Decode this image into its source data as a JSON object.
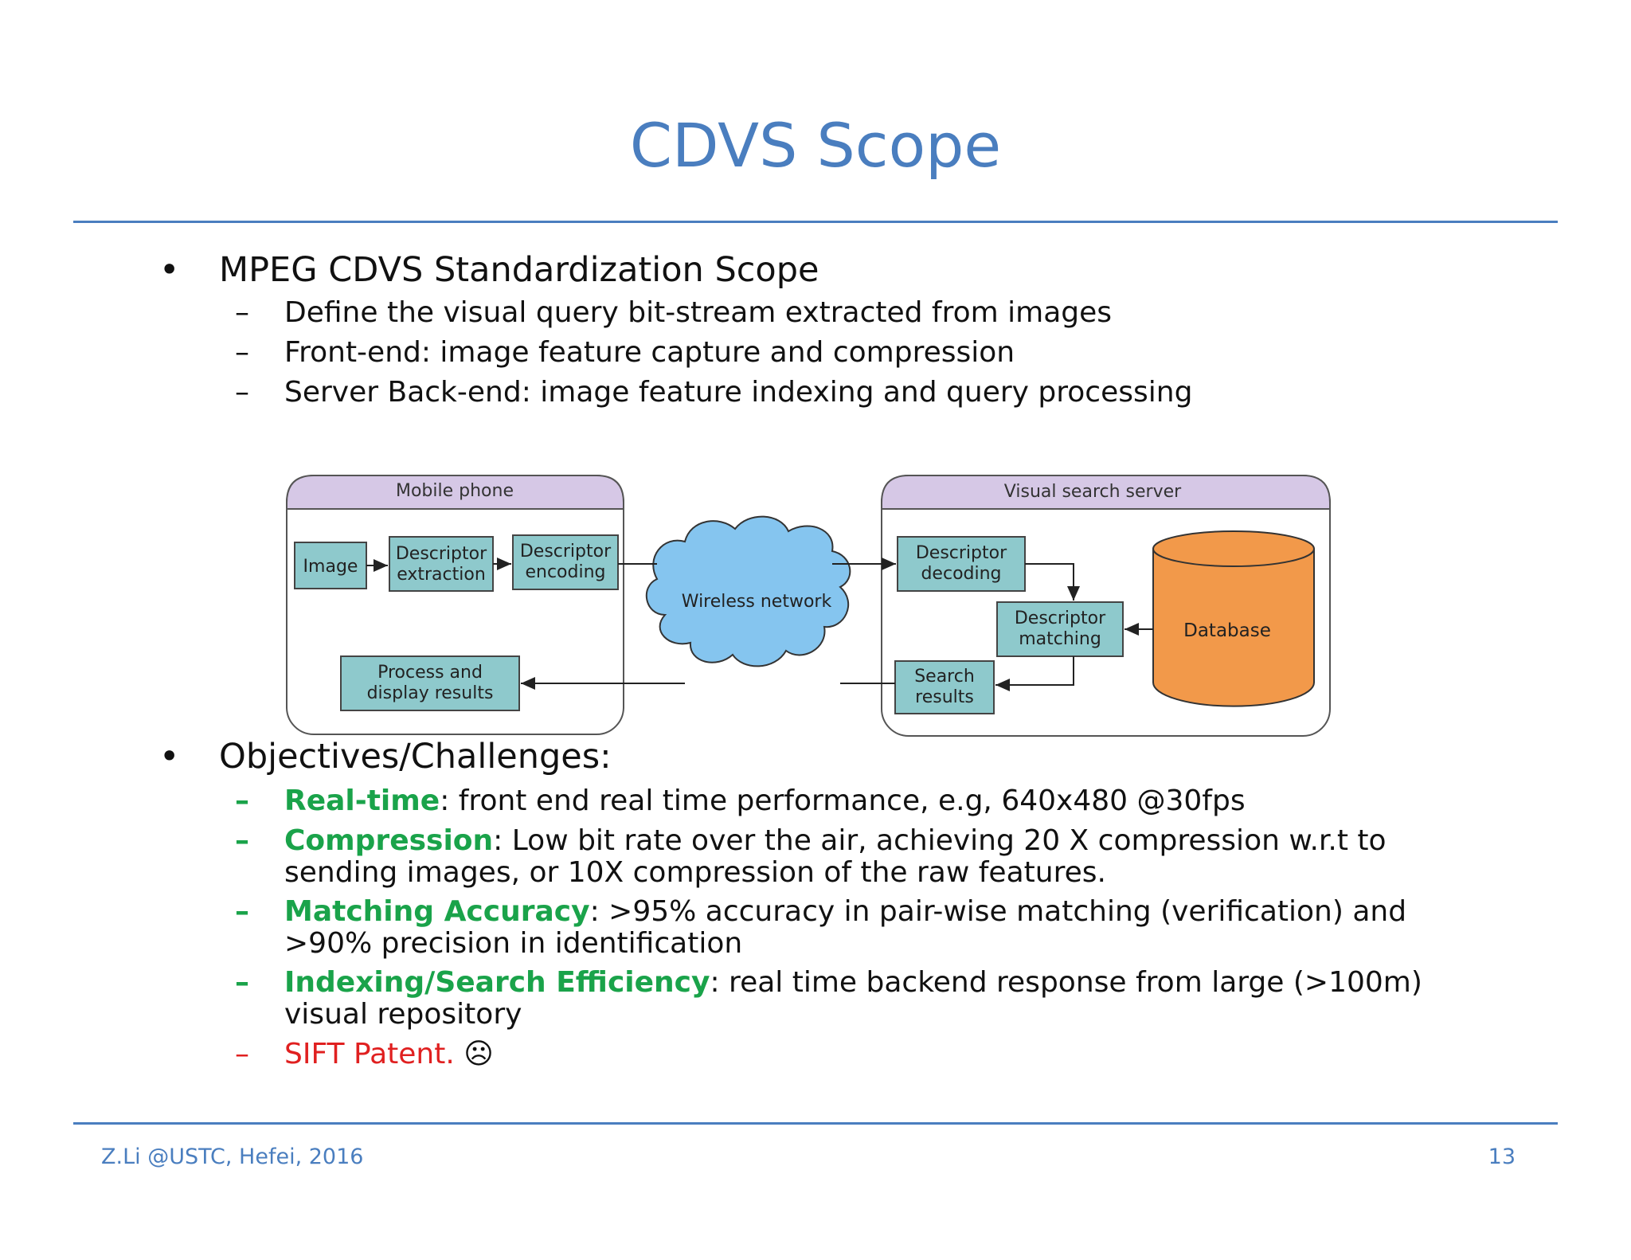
{
  "title": "CDVS Scope",
  "section1": {
    "heading": "MPEG CDVS Standardization Scope",
    "items": [
      "Define the visual query bit-stream extracted from images",
      "Front-end:  image feature capture and compression",
      "Server Back-end: image feature indexing and query processing"
    ]
  },
  "diagram": {
    "mobile_phone": "Mobile phone",
    "server": "Visual search server",
    "image": "Image",
    "desc_extraction": [
      "Descriptor",
      "extraction"
    ],
    "desc_encoding": [
      "Descriptor",
      "encoding"
    ],
    "process_display": [
      "Process and",
      "display results"
    ],
    "wireless": "Wireless network",
    "desc_decoding": [
      "Descriptor",
      "decoding"
    ],
    "desc_matching": [
      "Descriptor",
      "matching"
    ],
    "search_results": [
      "Search",
      "results"
    ],
    "database": "Database",
    "colors": {
      "header": "#d6c8e6",
      "box": "#8ec9cc",
      "cloud": "#85c5ef",
      "database": "#f2994a"
    }
  },
  "section2": {
    "heading": "Objectives/Challenges:",
    "items": [
      {
        "key": "Real-time",
        "text": ": front end real time performance, e.g, 640x480 @30fps"
      },
      {
        "key": "Compression",
        "text": ": Low bit rate over the air, achieving 20 X compression w.r.t to sending images, or 10X compression of the raw features."
      },
      {
        "key": "Matching Accuracy",
        "text": ": >95% accuracy in pair-wise matching (verification) and >90% precision in identification"
      },
      {
        "key": "Indexing/Search Efficiency",
        "text": ": real time backend response from large (>100m) visual repository"
      },
      {
        "key": "SIFT Patent.",
        "text": " ☹"
      }
    ]
  },
  "footer": {
    "left": "Z.Li @USTC, Hefei, 2016",
    "page": "13"
  }
}
